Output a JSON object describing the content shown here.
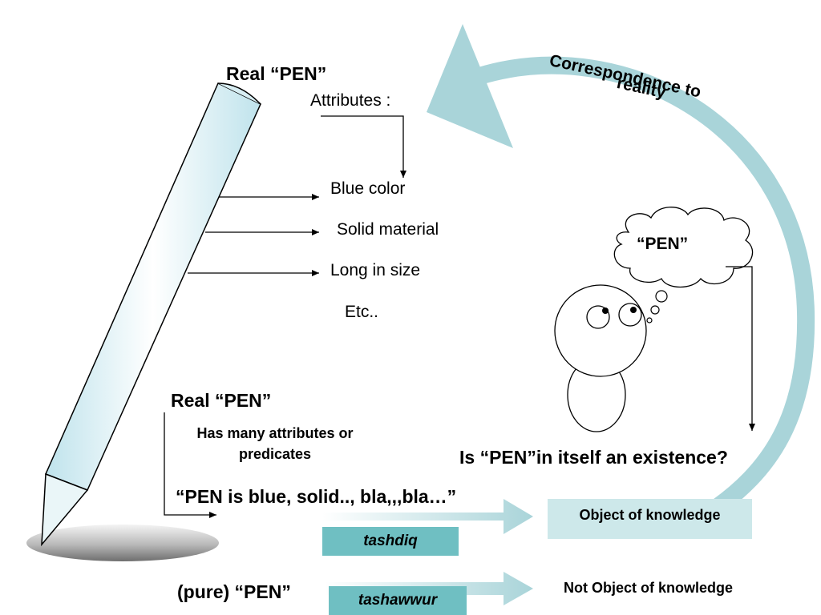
{
  "pen": {
    "title": "Real “PEN”",
    "attributes_label": "Attributes :",
    "attributes": [
      "Blue color",
      "Solid material",
      "Long in size",
      "Etc.."
    ]
  },
  "thought": {
    "bubble_text": "“PEN”",
    "question": "Is “PEN”in itself an existence?"
  },
  "correspondence": {
    "label_line1": "Correspondence to",
    "label_line2": "reality"
  },
  "lower": {
    "title": "Real “PEN”",
    "subtitle_line1": "Has many attributes or",
    "subtitle_line2": "predicates",
    "statement": "“PEN is blue, solid.., bla,,,bla…”",
    "pure": "(pure) “PEN”"
  },
  "flow": {
    "tashdiq": "tashdiq",
    "tashawwur": "tashawwur",
    "object": "Object of knowledge",
    "not_object": "Not Object of knowledge"
  },
  "colors": {
    "teal": "#6fbfc2",
    "light_teal": "#cde8ea",
    "arc": "#a9d4d9"
  }
}
